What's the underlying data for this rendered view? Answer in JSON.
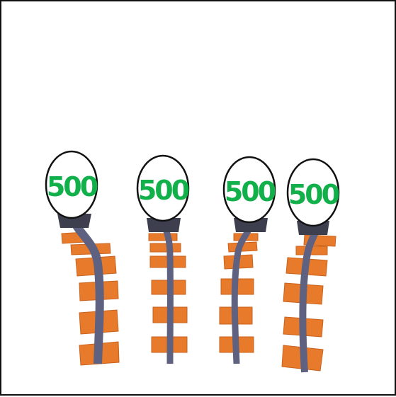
{
  "colors": {
    "background": "#ffffff",
    "border": "#111111",
    "tie": "#e87a2c",
    "tie_dark": "#c9621c",
    "rail": "#5e6180",
    "bubble_fill": "#ffffff",
    "bubble_stroke": "#111111",
    "price": "#12b04a",
    "cart": "#3d3f4f"
  },
  "tracks": [
    {
      "name": "track-1",
      "price": "500",
      "icon": "rail-track-icon"
    },
    {
      "name": "track-2",
      "price": "500",
      "icon": "rail-track-icon"
    },
    {
      "name": "track-3",
      "price": "500",
      "icon": "rail-track-icon"
    },
    {
      "name": "track-4",
      "price": "500",
      "icon": "rail-track-icon"
    }
  ]
}
